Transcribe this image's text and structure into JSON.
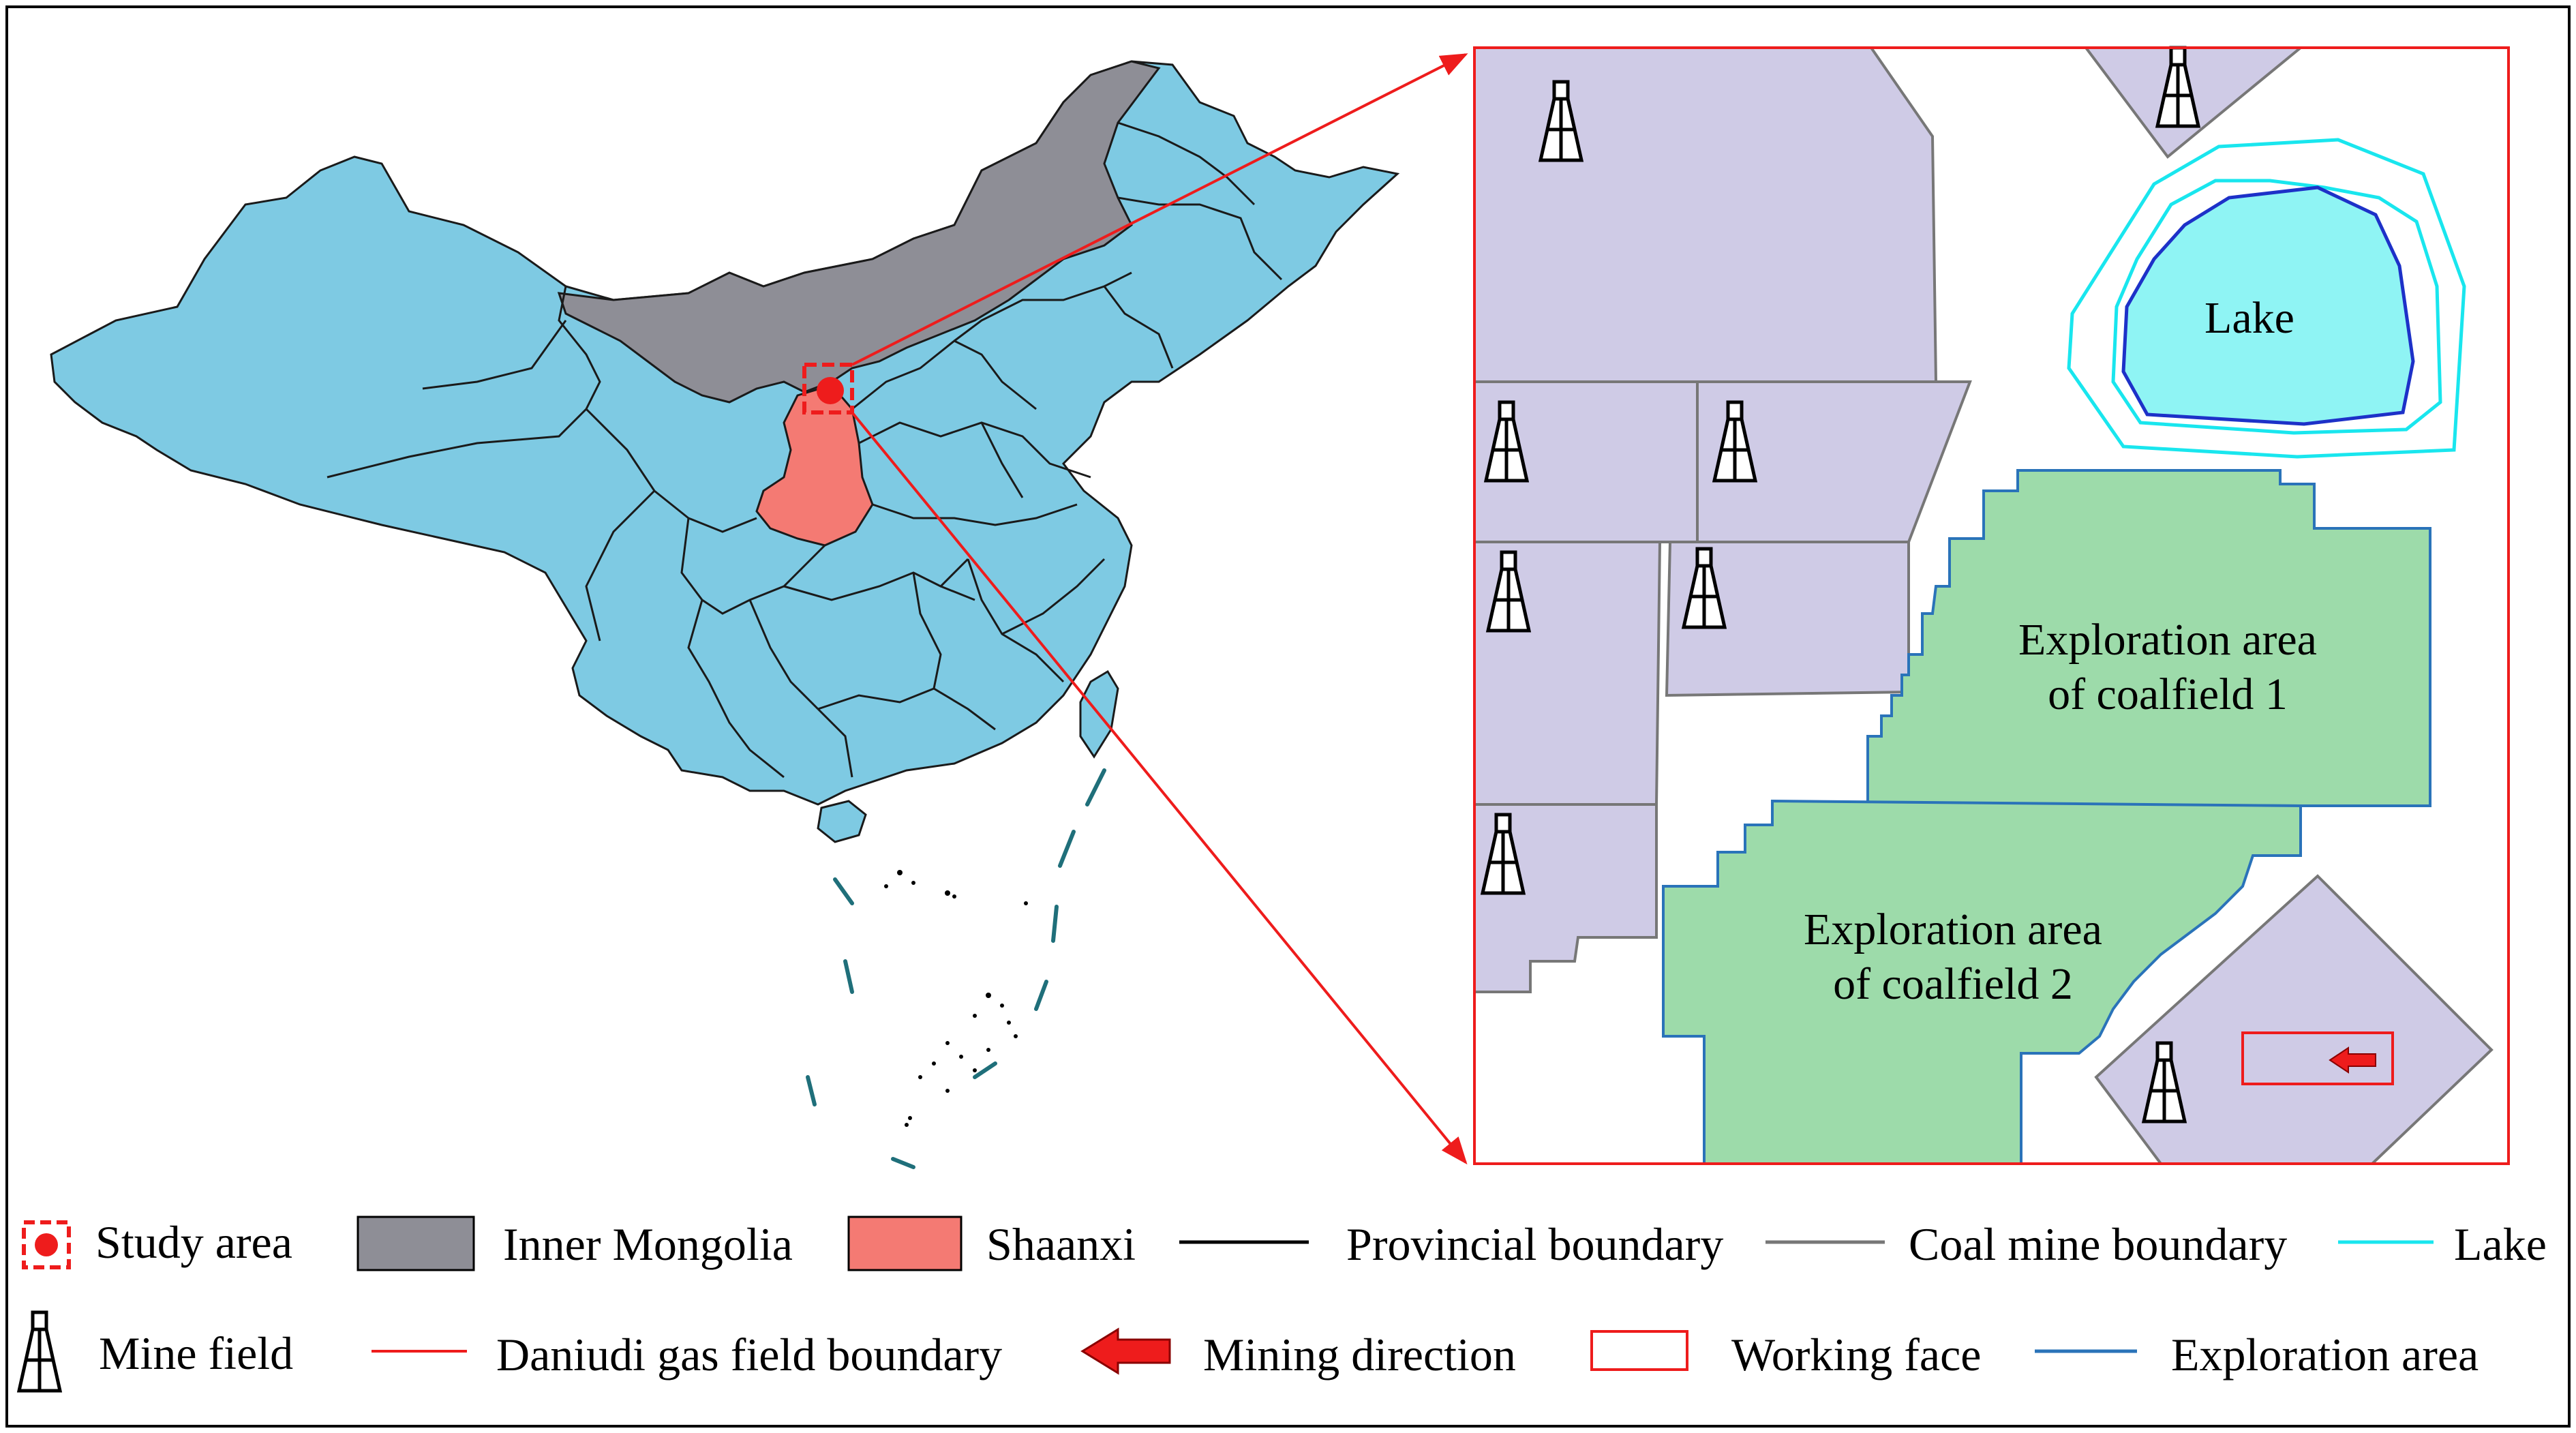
{
  "colors": {
    "province_fill": "#7ecae3",
    "inner_mongolia": "#8e8e96",
    "shaanxi": "#f47a73",
    "coal_mine": "#cfcbe6",
    "lake_water": "#8ff4f4",
    "lake_outline": "#19e6ee",
    "lake_inner_outline": "#1d31c8",
    "exploration_fill": "#9ddbaa",
    "exploration_outline": "#2a73b9",
    "red": "#ee1c1c"
  },
  "inset": {
    "lake_label": "Lake",
    "exploration_1_line1": "Exploration area",
    "exploration_1_line2": "of coalfield 1",
    "exploration_2_line1": "Exploration area",
    "exploration_2_line2": "of coalfield 2"
  },
  "legend": {
    "study_area": "Study area",
    "inner_mongolia": "Inner Mongolia",
    "shaanxi": "Shaanxi",
    "provincial_boundary": "Provincial boundary",
    "coal_mine_boundary": "Coal mine boundary",
    "lake": "Lake",
    "mine_field": "Mine field",
    "gas_field_boundary": "Daniudi gas field boundary",
    "mining_direction": "Mining direction",
    "working_face": "Working face",
    "exploration_area": "Exploration area"
  }
}
